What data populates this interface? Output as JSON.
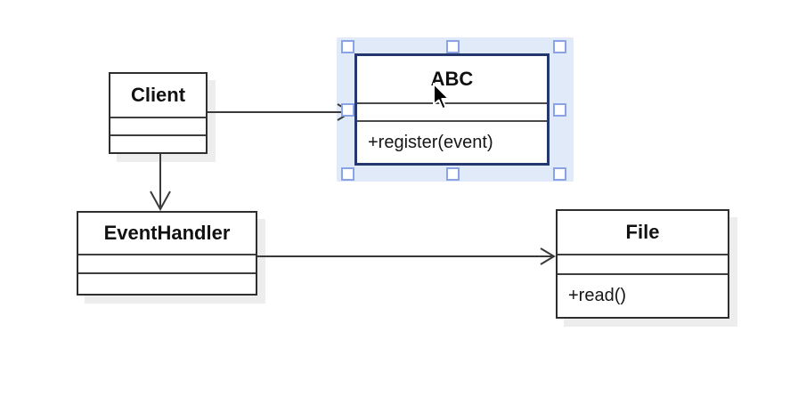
{
  "diagram": {
    "classes": [
      {
        "name": "Client",
        "attributes": [],
        "methods": [],
        "selected": false
      },
      {
        "name": "ABC",
        "attributes": [],
        "methods": [
          "+register(event)"
        ],
        "selected": true
      },
      {
        "name": "EventHandler",
        "attributes": [],
        "methods": [],
        "selected": false
      },
      {
        "name": "File",
        "attributes": [],
        "methods": [
          "+read()"
        ],
        "selected": false
      }
    ],
    "connectors": [
      {
        "from": "Client",
        "to": "ABC",
        "style": "open-arrow"
      },
      {
        "from": "Client",
        "to": "EventHandler",
        "style": "open-arrow"
      },
      {
        "from": "EventHandler",
        "to": "File",
        "style": "open-arrow"
      }
    ],
    "selection": {
      "target": "ABC",
      "handle_count": 8
    },
    "colors": {
      "canvas": "#ffffff",
      "box_border": "#2e2e2e",
      "selected_box_border": "#24376e",
      "selection_fill": "#c9d8f3",
      "handle_border": "#8aa2e6",
      "connector": "#3a3a3a"
    },
    "cursor": {
      "type": "arrow-pointer"
    }
  }
}
